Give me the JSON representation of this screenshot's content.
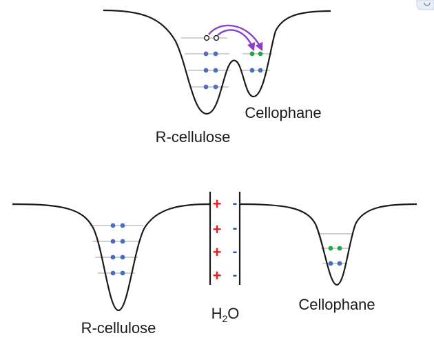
{
  "top_panel": {
    "left_well_label": "R-cellulose",
    "right_well_label": "Cellophane"
  },
  "bottom_panel": {
    "left_well_label": "R-cellulose",
    "right_well_label": "Cellophane",
    "water_label_prefix": "H",
    "water_label_subscript": "2",
    "water_label_suffix": "O",
    "positive_charge_symbol": "+",
    "negative_charge_symbol": "-"
  },
  "colors": {
    "curve": "#1a1a1a",
    "level_line": "#b4b4b4",
    "electron_blue": "#4a6fc0",
    "electron_green": "#1fa84c",
    "transfer_arrow": "#8a3fc4",
    "positive_charge": "#e02020",
    "negative_charge": "#2a4fa8",
    "corner_badge": "#c8d3e6"
  }
}
